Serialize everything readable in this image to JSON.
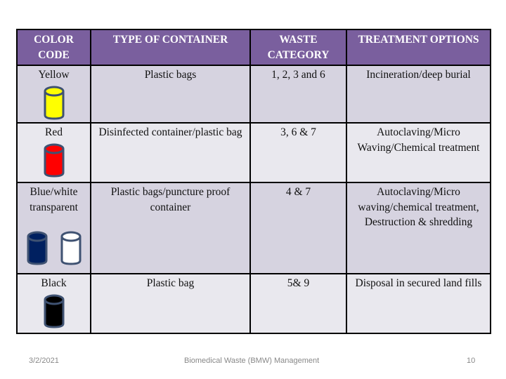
{
  "table": {
    "headers": [
      "COLOR CODE",
      "TYPE OF CONTAINER",
      "WASTE CATEGORY",
      "TREATMENT OPTIONS"
    ],
    "header_color": "#7a5f9e",
    "rows": [
      {
        "color_code": "Yellow",
        "container": "Plastic bags",
        "category": "1, 2, 3 and 6",
        "treatment": "Incineration/deep burial",
        "bins": [
          {
            "fill": "#ffff00",
            "icon": "yellow-bin-icon"
          }
        ]
      },
      {
        "color_code": "Red",
        "container": "Disinfected container/plastic bag",
        "category": "3, 6 & 7",
        "treatment": "Autoclaving/Micro Waving/Chemical treatment",
        "bins": [
          {
            "fill": "#ff0000",
            "icon": "red-bin-icon"
          }
        ]
      },
      {
        "color_code": "Blue/white transparent",
        "container": "Plastic bags/puncture proof container",
        "category": "4 & 7",
        "treatment": "Autoclaving/Micro waving/chemical treatment, Destruction & shredding",
        "bins": [
          {
            "fill": "#002060",
            "icon": "blue-bin-icon"
          },
          {
            "fill": "#ffffff",
            "icon": "white-bin-icon"
          }
        ]
      },
      {
        "color_code": "Black",
        "container": "Plastic bag",
        "category": "5& 9",
        "treatment": "Disposal in secured land fills",
        "bins": [
          {
            "fill": "#000000",
            "icon": "black-bin-icon"
          }
        ]
      }
    ]
  },
  "footer": {
    "date": "3/2/2021",
    "title": "Biomedical Waste (BMW) Management",
    "page": "10"
  }
}
